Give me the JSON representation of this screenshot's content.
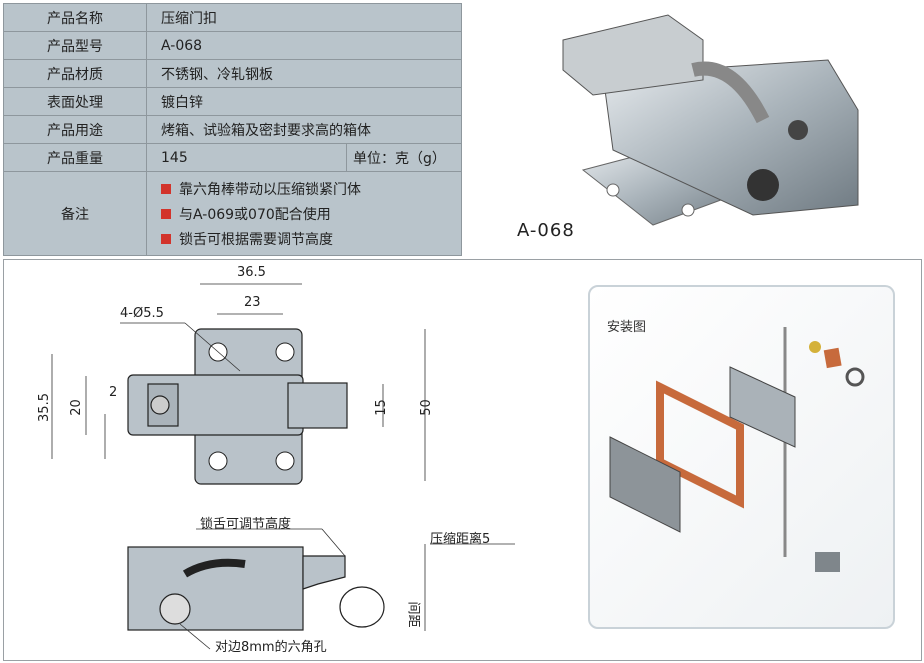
{
  "spec_table": {
    "rows": [
      {
        "label": "产品名称",
        "value": "压缩门扣"
      },
      {
        "label": "产品型号",
        "value": "A-068"
      },
      {
        "label": "产品材质",
        "value": "不锈钢、冷轧钢板"
      },
      {
        "label": "表面处理",
        "value": "镀白锌"
      },
      {
        "label": "产品用途",
        "value": "烤箱、试验箱及密封要求高的箱体"
      },
      {
        "label": "产品重量",
        "value": "145",
        "unit": "单位：克（g）"
      }
    ],
    "notes_label": "备注",
    "notes": [
      "靠六角棒带动以压缩锁紧门体",
      "与A-069或070配合使用",
      "锁舌可根据需要调节高度"
    ],
    "bullet_color": "#d2332b"
  },
  "photo": {
    "model_label": "A-068"
  },
  "drawing": {
    "dims": {
      "width_total": "36.5",
      "hole_spacing": "23",
      "holes": "4-Ø5.5",
      "hole_v_spacing": "35.5",
      "body_height": "20",
      "offset": "2",
      "tongue_width": "15",
      "height_total": "50"
    },
    "side_notes": {
      "tongue_adjust": "锁舌可调节高度",
      "compression": "压缩距离5",
      "gap": "间距",
      "hex_hole": "对边8mm的六角孔"
    }
  },
  "install": {
    "label": "安装图"
  }
}
